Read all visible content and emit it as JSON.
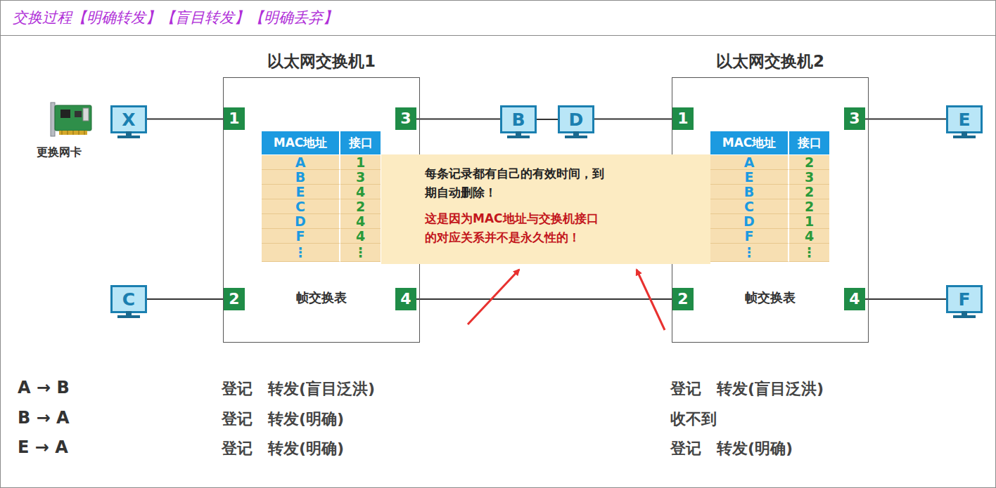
{
  "diagram": {
    "title": "交换过程【明确转发】【盲目转发】【明确丢弃】",
    "nodes": [
      {
        "text": [
          "以太网交换机1"
        ]
      },
      {
        "text": [
          "1"
        ],
        "in": 0
      },
      {
        "text": [
          "3"
        ],
        "in": 0
      },
      {
        "text": [
          "2"
        ],
        "in": 0
      },
      {
        "text": [
          "4"
        ],
        "in": 0
      },
      {
        "text": [
          "以太网交换机2"
        ]
      },
      {
        "text": [
          "1"
        ],
        "in": 5
      },
      {
        "text": [
          "3"
        ],
        "in": 5
      },
      {
        "text": [
          "2"
        ],
        "in": 5
      },
      {
        "text": [
          "4"
        ],
        "in": 5
      },
      {
        "text": [
          "X"
        ]
      },
      {
        "text": [
          "C"
        ]
      },
      {
        "text": [
          "B"
        ]
      },
      {
        "text": [
          "D"
        ]
      },
      {
        "text": [
          "E"
        ]
      },
      {
        "text": [
          "F"
        ]
      },
      {
        "text": [
          "每条记录都有自己的有效时间，到期自动删除！",
          "这是因为MAC地址与交换机接口的对应关系并不是永久性的！"
        ]
      }
    ],
    "edges": [
      {
        "from": 10,
        "to": 1,
        "arrow": "none"
      },
      {
        "from": 11,
        "to": 3,
        "arrow": "none"
      },
      {
        "from": 2,
        "to": 12,
        "arrow": "none"
      },
      {
        "from": 12,
        "to": 13,
        "arrow": "none"
      },
      {
        "from": 13,
        "to": 6,
        "arrow": "none"
      },
      {
        "from": 4,
        "to": 8,
        "arrow": "none"
      },
      {
        "from": 7,
        "to": 14,
        "arrow": "none"
      },
      {
        "from": 9,
        "to": 15,
        "arrow": "none"
      }
    ],
    "labels": [
      "更换网卡",
      "MAC地址",
      "接口",
      "A",
      "1",
      "B",
      "3",
      "E",
      "4",
      "C",
      "2",
      "D",
      "4",
      "F",
      "4",
      "⋮",
      "⋮",
      "帧交换表",
      "MAC地址",
      "接口",
      "A",
      "2",
      "E",
      "3",
      "B",
      "2",
      "C",
      "2",
      "D",
      "1",
      "F",
      "4",
      "⋮",
      "⋮",
      "帧交换表",
      "A → B",
      "登记　转发(盲目泛洪)",
      "登记　转发(盲目泛洪)",
      "B → A",
      "登记　转发(明确)",
      "收不到",
      "E → A",
      "登记　转发(明确)",
      "登记　转发(明确)"
    ]
  }
}
